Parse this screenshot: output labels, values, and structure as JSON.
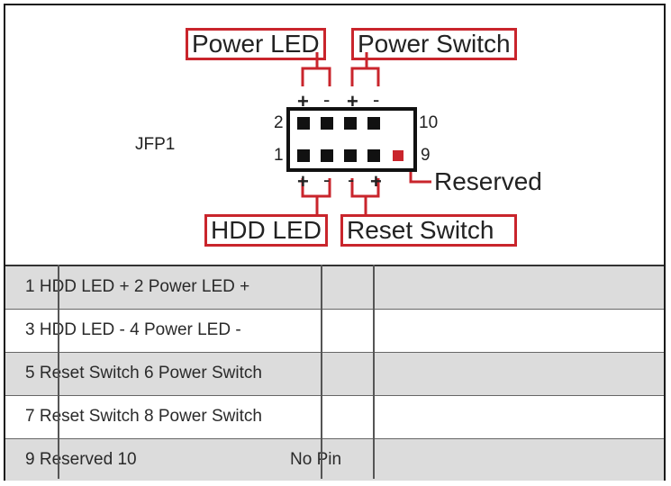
{
  "diagram": {
    "connector_name": "JFP1",
    "labels": {
      "power_led": "Power LED",
      "power_switch": "Power Switch",
      "hdd_led": "HDD LED",
      "reset_switch": "Reset Switch",
      "reserved": "Reserved"
    },
    "pin_numbers": {
      "top_left": "2",
      "bottom_left": "1",
      "top_right": "10",
      "bottom_right": "9"
    },
    "polarity_top": [
      "+",
      "-",
      "+",
      "-"
    ],
    "polarity_bottom": [
      "+",
      "-",
      "-",
      "+"
    ],
    "colors": {
      "accent": "#c9252c",
      "pin": "#111111",
      "row_shade": "#dcdcdc"
    }
  },
  "table": {
    "rows": [
      {
        "text": "1 HDD LED + 2 Power LED +",
        "extra": ""
      },
      {
        "text": "3 HDD LED - 4 Power LED -",
        "extra": ""
      },
      {
        "text": "5 Reset Switch 6 Power Switch",
        "extra": ""
      },
      {
        "text": "7 Reset Switch 8 Power Switch",
        "extra": ""
      },
      {
        "text": "9 Reserved 10",
        "extra": "No Pin"
      }
    ]
  }
}
